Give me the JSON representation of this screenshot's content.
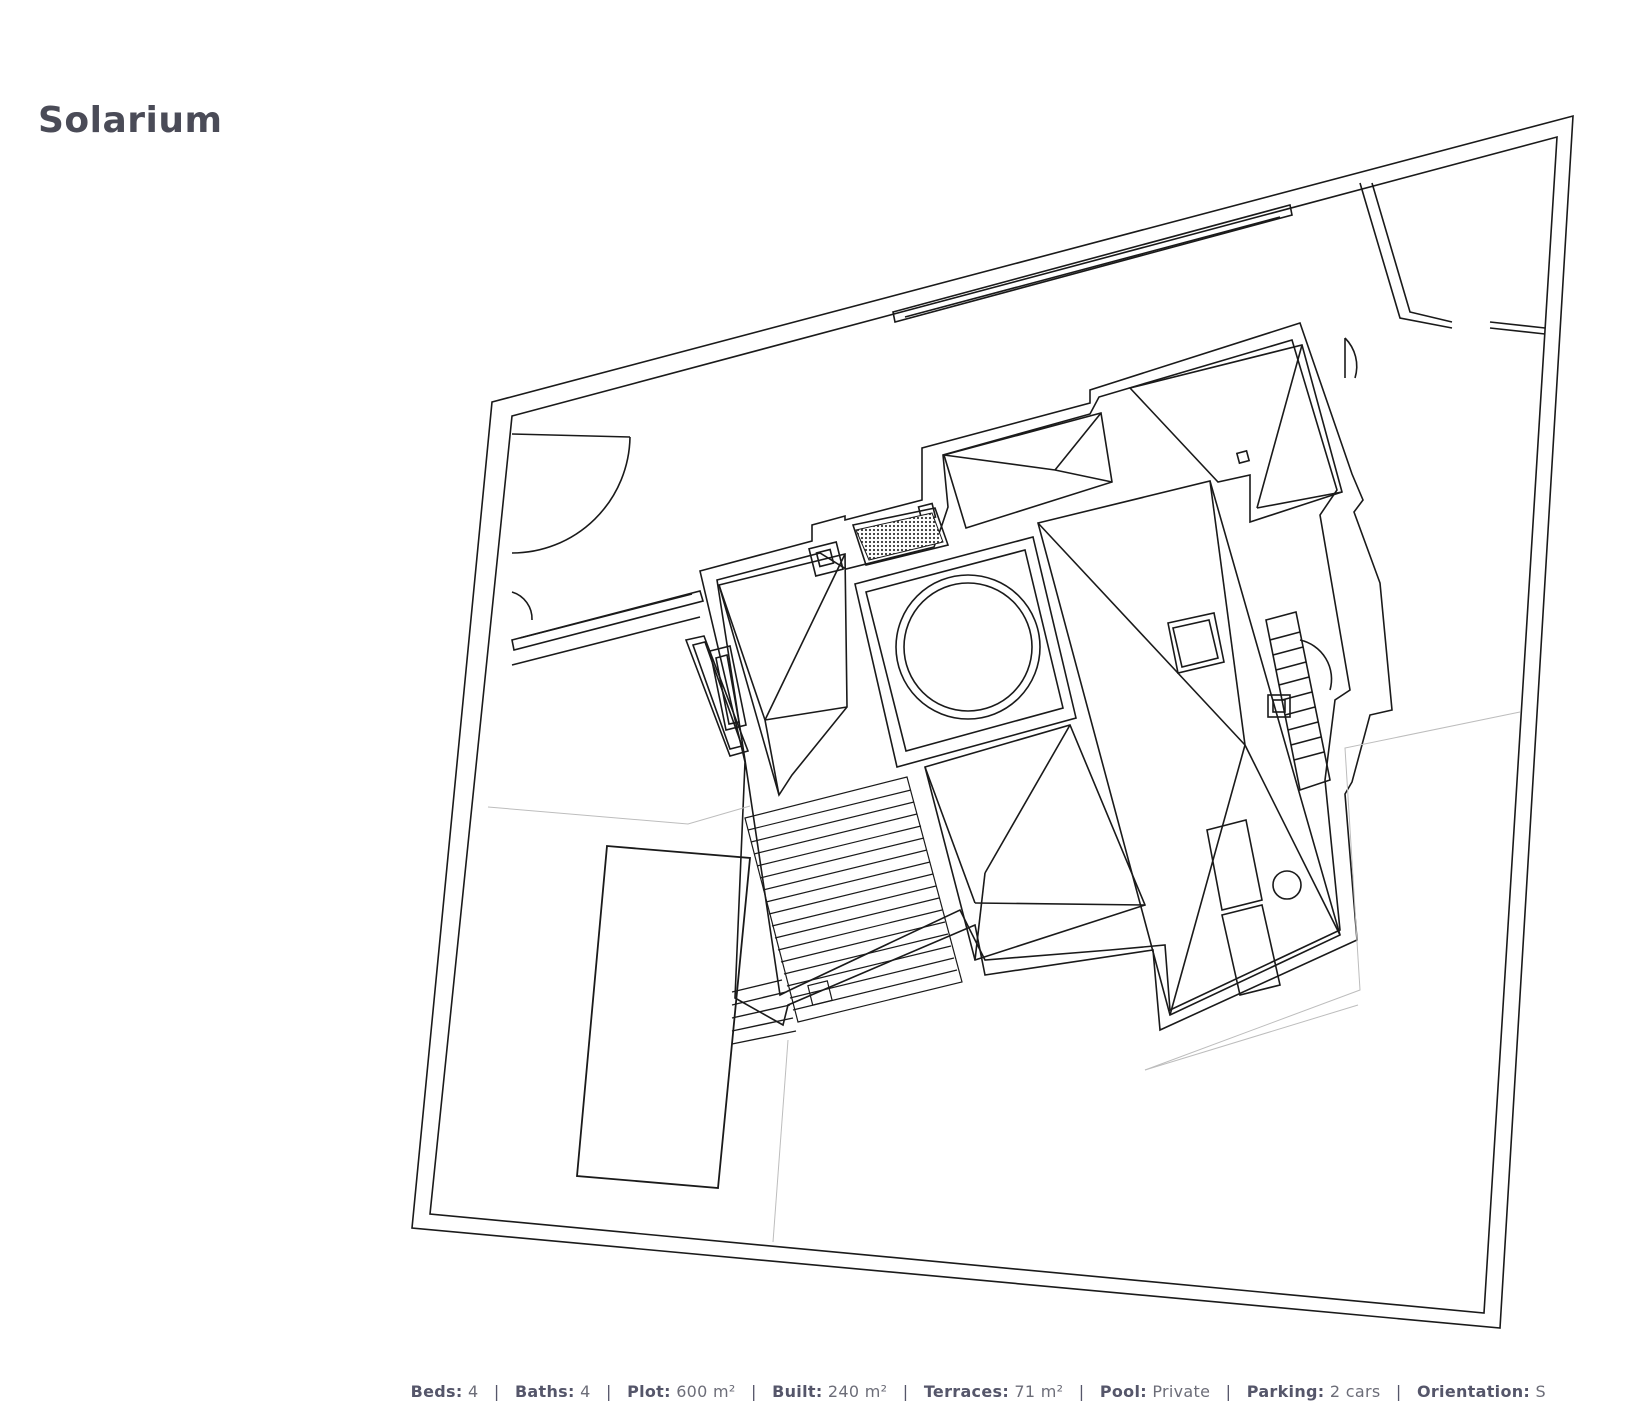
{
  "title": "Solarium",
  "specs": [
    {
      "key": "Beds:",
      "value": "4"
    },
    {
      "key": "Baths:",
      "value": "4"
    },
    {
      "key": "Plot:",
      "value": "600 m²"
    },
    {
      "key": "Built:",
      "value": "240 m²"
    },
    {
      "key": "Terraces:",
      "value": "71 m²"
    },
    {
      "key": "Pool:",
      "value": "Private"
    },
    {
      "key": "Parking:",
      "value": "2 cars"
    },
    {
      "key": "Orientation:",
      "value": "S"
    }
  ],
  "colors": {
    "title": "#4a4b57",
    "line": "#1a1a1a",
    "faint_line": "#bdbdbd",
    "specs_text": "#6c6d78"
  }
}
